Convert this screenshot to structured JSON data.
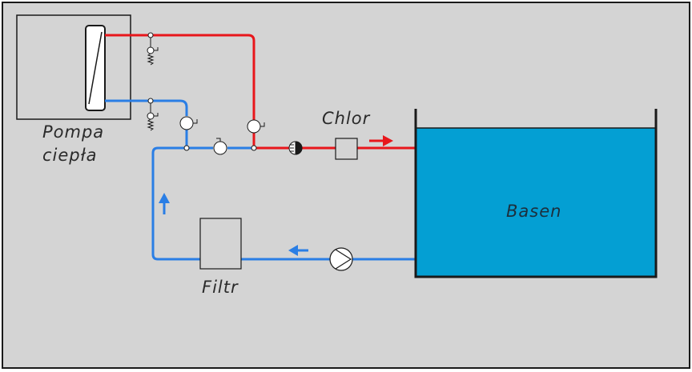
{
  "labels": {
    "heat_pump_line1": "Pompa",
    "heat_pump_line2": "ciepła",
    "chlor": "Chlor",
    "pool": "Basen",
    "filter": "Filtr"
  },
  "colors": {
    "background": "#d4d4d4",
    "frame": "#1a1a1a",
    "hot_pipe": "#e8161b",
    "cold_pipe": "#2a7ee5",
    "water": "#049fd3",
    "component_fill": "#d4d4d4",
    "outline": "#1a1a1a"
  },
  "icons": {
    "heat_exchanger": "heat-exchanger-icon",
    "safety_valve": "safety-valve-icon",
    "check_valve": "check-valve-icon",
    "chlorine_dosing_valve": "dosing-valve-icon",
    "pump": "circulation-pump-icon",
    "flow_arrow": "flow-arrow-icon"
  }
}
